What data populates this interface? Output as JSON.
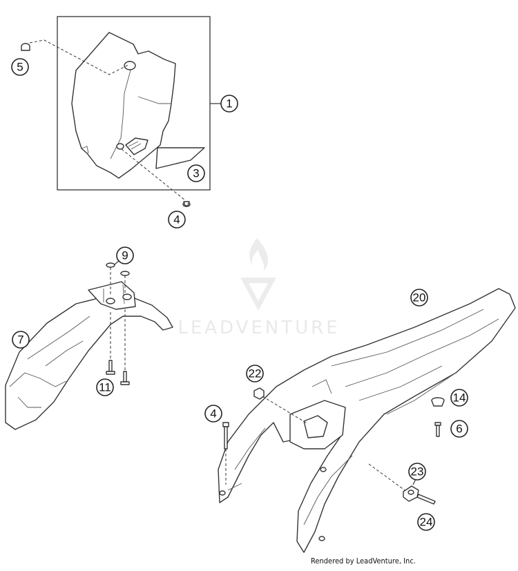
{
  "watermark": {
    "brand": "LEADVENTURE"
  },
  "credit": "Rendered by LeadVenture, Inc.",
  "callouts": [
    {
      "id": "c1",
      "label": "1"
    },
    {
      "id": "c3",
      "label": "3"
    },
    {
      "id": "c4a",
      "label": "4"
    },
    {
      "id": "c5",
      "label": "5"
    },
    {
      "id": "c7",
      "label": "7"
    },
    {
      "id": "c9",
      "label": "9"
    },
    {
      "id": "c11",
      "label": "11"
    },
    {
      "id": "c20",
      "label": "20"
    },
    {
      "id": "c22",
      "label": "22"
    },
    {
      "id": "c4b",
      "label": "4"
    },
    {
      "id": "c14",
      "label": "14"
    },
    {
      "id": "c6",
      "label": "6"
    },
    {
      "id": "c23",
      "label": "23"
    },
    {
      "id": "c24",
      "label": "24"
    }
  ]
}
